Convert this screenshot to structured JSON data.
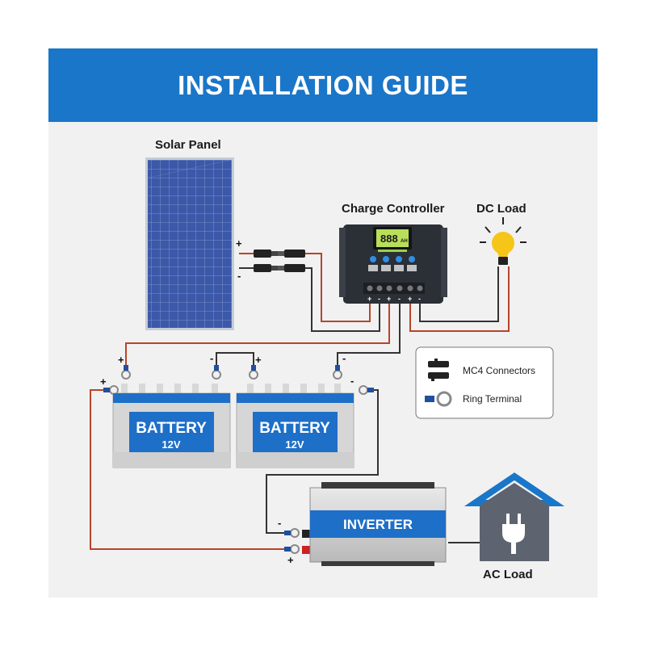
{
  "header": {
    "title": "INSTALLATION GUIDE"
  },
  "components": {
    "solar_panel": "Solar Panel",
    "charge_controller": "Charge Controller",
    "controller_display": "888",
    "controller_display_unit": "AH",
    "dc_load": "DC Load",
    "ac_load": "AC Load",
    "battery_1": {
      "name": "BATTERY",
      "voltage": "12V"
    },
    "battery_2": {
      "name": "BATTERY",
      "voltage": "12V"
    },
    "inverter": "INVERTER"
  },
  "polarity": {
    "plus": "+",
    "minus": "-"
  },
  "legend": {
    "mc4": "MC4 Connectors",
    "ring": "Ring Terminal"
  },
  "colors": {
    "header_blue": "#1a76c9",
    "wire_red": "#b8442c",
    "wire_black": "#333333",
    "battery_blue": "#1e6fc7",
    "bulb_yellow": "#f5c518"
  }
}
